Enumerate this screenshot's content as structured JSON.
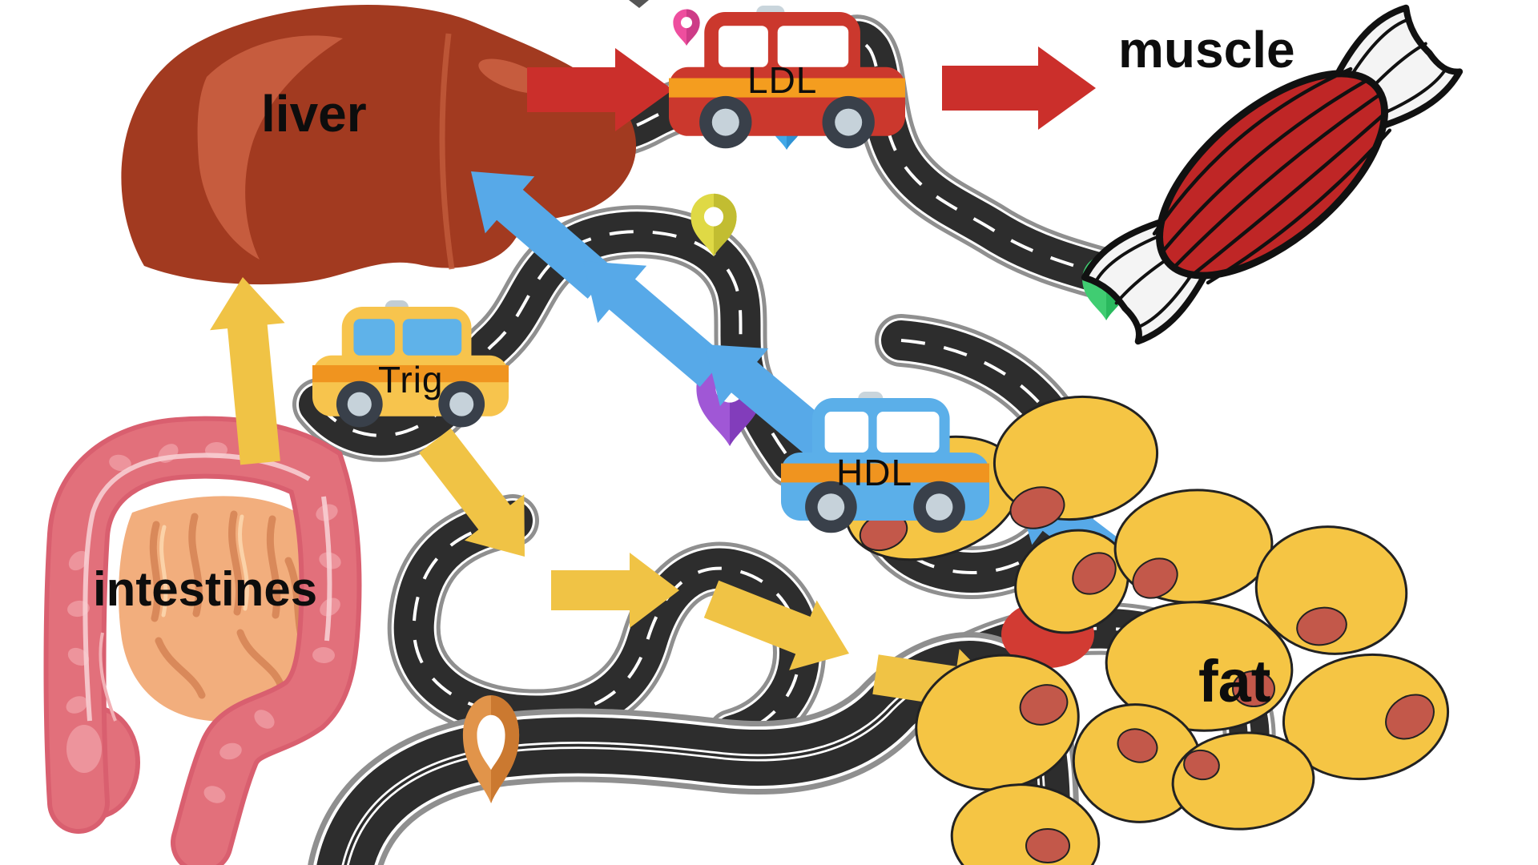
{
  "labels": {
    "liver": "liver",
    "intestines": "intestines",
    "muscle": "muscle",
    "fat": "fat"
  },
  "vehicles": [
    {
      "name": "ldl-car",
      "label": "LDL",
      "body": "#CB382D",
      "windows": "#FFFFFF",
      "stripe": "#F49D1F",
      "siren": "#C9D5DC",
      "tire": "#39404A",
      "hub": "#C6D2DA"
    },
    {
      "name": "trig-taxi",
      "label": "Trig",
      "body": "#F7C44D",
      "windows": "#5FB2E9",
      "stripe": "#F0941F",
      "siren": "#C2CDD4",
      "tire": "#39404A",
      "hub": "#C6D2DA"
    },
    {
      "name": "hdl-car",
      "label": "HDL",
      "body": "#5BAFE9",
      "windows": "#FFFFFF",
      "stripe": "#F0941F",
      "siren": "#C9D5DC",
      "tire": "#39404A",
      "hub": "#C6D2DA"
    }
  ],
  "pins": [
    {
      "name": "pink-pin-top",
      "light": "#EE4E9E",
      "dark": "#C93A84"
    },
    {
      "name": "blue-pin",
      "light": "#41A8E8",
      "dark": "#2F8FD0"
    },
    {
      "name": "yellow-pin",
      "light": "#DFD945",
      "dark": "#BFB92F"
    },
    {
      "name": "purple-pin",
      "light": "#A057D6",
      "dark": "#7E3BB8"
    },
    {
      "name": "pink-pin-hdl",
      "light": "#F0559F",
      "dark": "#D13E87"
    },
    {
      "name": "orange-pin",
      "light": "#E1944A",
      "dark": "#C9762E"
    },
    {
      "name": "green-pin",
      "light": "#40CD72",
      "dark": "#28B75C"
    }
  ],
  "arrows": {
    "red": "#CB2F2B",
    "blue": "#57A9E8",
    "yellow": "#F0C345"
  },
  "road": {
    "asphalt": "#2D2D2D",
    "border": "#8F8F8F",
    "line": "#FFFFFF"
  },
  "organs": {
    "liver": {
      "fill": "#A23A20",
      "highlight": "#C65C3E",
      "crease": "#C15A3B"
    },
    "intestines": {
      "colon": "#E2707B",
      "colon_dark": "#D95F6F",
      "colon_light": "#ED949C",
      "colon_shine": "#F7CDD1",
      "small_intestine": "#F2AE7D",
      "small_intestine_line": "#D9895A",
      "small_intestine_light": "#FBD2A8"
    },
    "muscle": {
      "belly": "#BF2626",
      "tendon": "#F4F4F4",
      "outline": "#111111"
    },
    "fat": {
      "cell": "#F5C544",
      "nucleus": "#C3584A",
      "outline": "#222222",
      "hidden_red": "#D23B33"
    }
  }
}
